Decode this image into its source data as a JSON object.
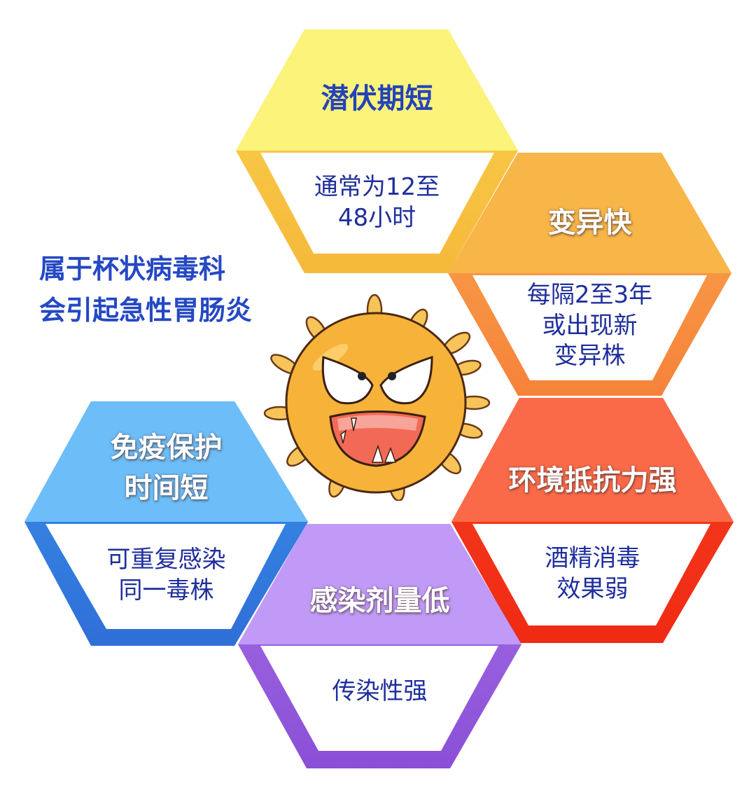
{
  "intro": {
    "line1": "属于杯状病毒科",
    "line2": "会引起急性胃肠炎"
  },
  "hexagons": [
    {
      "id": "incubation",
      "title": "潜伏期短",
      "desc_lines": [
        "通常为12至",
        "48小时"
      ],
      "color_top": "#fcf37a",
      "color_frame": "#f7c84a"
    },
    {
      "id": "mutation",
      "title": "变异快",
      "desc_lines": [
        "每隔2至3年",
        "或出现新",
        "变异株"
      ],
      "color_top": "#f8b548",
      "color_frame": "#f58a3a"
    },
    {
      "id": "environment",
      "title": "环境抵抗力强",
      "desc_lines": [
        "酒精消毒",
        "效果弱"
      ],
      "color_top": "#fb6a48",
      "color_frame": "#f4361e"
    },
    {
      "id": "immunity",
      "title_lines": [
        "免疫保护",
        "时间短"
      ],
      "desc_lines": [
        "可重复感染",
        "同一毒株"
      ],
      "color_top": "#6dbdf8",
      "color_frame": "#3388e6"
    },
    {
      "id": "dose",
      "title": "感染剂量低",
      "desc_lines": [
        "传染性强"
      ],
      "color_top": "#c09af6",
      "color_frame": "#9a5fe0"
    }
  ],
  "illustration": {
    "icon": "virus-cartoon-icon",
    "body_color": "#f7b23a",
    "mouth_color": "#f26a55"
  }
}
